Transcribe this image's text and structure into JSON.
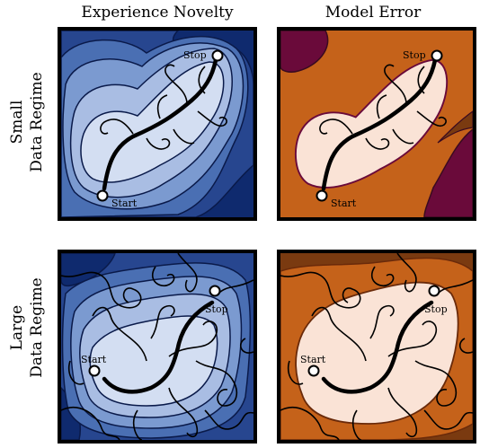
{
  "columns": {
    "novelty": "Experience Novelty",
    "error": "Model Error"
  },
  "rows": {
    "small": [
      "Small",
      "Data Regime"
    ],
    "large": [
      "Large",
      "Data Regime"
    ]
  },
  "markers": {
    "start": "Start",
    "stop": "Stop"
  },
  "colors": {
    "novelty_levels": [
      "#0f2a6e",
      "#27468f",
      "#4a6fb3",
      "#7b9ad0",
      "#a9bde3",
      "#d3def2"
    ],
    "error_levels": [
      "#6a0a3a",
      "#7a3a10",
      "#c5621a",
      "#fae3d6"
    ],
    "trajectory": "#000000"
  }
}
